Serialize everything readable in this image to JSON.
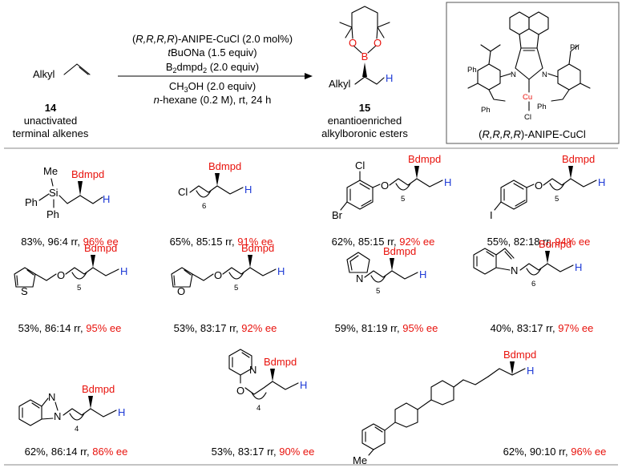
{
  "scheme": {
    "reactant": {
      "label": "Alkyl",
      "number": "14",
      "desc_line1": "unactivated",
      "desc_line2": "terminal alkenes"
    },
    "conditions": {
      "line1_prefix": "(",
      "line1_italic": "R,R,R,R",
      "line1_suffix": ")-ANIPE-CuCl (2.0 mol%)",
      "line2_italic": "t",
      "line2_rest": "BuONa (1.5 equiv)",
      "line3_a": "B",
      "line3_sub1": "2",
      "line3_b": "dmpd",
      "line3_sub2": "2",
      "line3_c": " (2.0 equiv)",
      "line4_a": "CH",
      "line4_sub": "3",
      "line4_b": "OH (2.0 equiv)",
      "line5_italic": "n",
      "line5_rest": "-hexane (0.2 M), rt, 24 h"
    },
    "product": {
      "alkyl": "Alkyl",
      "h": "H",
      "o1": "O",
      "o2": "O",
      "b": "B",
      "number": "15",
      "desc_line1": "enantioenriched",
      "desc_line2": "alkylboronic esters"
    },
    "catalyst": {
      "ph1": "Ph",
      "ph2": "Ph",
      "ph3": "Ph",
      "ph4": "Ph",
      "n1": "N",
      "n2": "N",
      "cu": "Cu",
      "cl": "Cl",
      "caption_prefix": "(",
      "caption_italic": "R,R,R,R",
      "caption_suffix": ")-ANIPE-CuCl"
    }
  },
  "common": {
    "bdmpd": "Bdmpd",
    "h": "H",
    "rr": "rr",
    "ee": "ee"
  },
  "products": [
    {
      "atoms": {
        "me": "Me",
        "si": "Si",
        "ph_a": "Ph",
        "ph_b": "Ph"
      },
      "yield": "83%",
      "rr": "96:4",
      "ee": "96%"
    },
    {
      "atoms": {
        "cl": "Cl",
        "n": "6"
      },
      "yield": "65%",
      "rr": "85:15",
      "ee": "91%"
    },
    {
      "atoms": {
        "cl": "Cl",
        "br": "Br",
        "o": "O",
        "n": "5"
      },
      "yield": "62%",
      "rr": "85:15",
      "ee": "92%"
    },
    {
      "atoms": {
        "i": "I",
        "o": "O",
        "n": "5"
      },
      "yield": "55%",
      "rr": "82:18",
      "ee": "94%"
    },
    {
      "atoms": {
        "s": "S",
        "o": "O",
        "n": "5"
      },
      "yield": "53%",
      "rr": "86:14",
      "ee": "95%"
    },
    {
      "atoms": {
        "o_ring": "O",
        "o": "O",
        "n": "5"
      },
      "yield": "53%",
      "rr": "83:17",
      "ee": "92%"
    },
    {
      "atoms": {
        "n_ring": "N",
        "n": "5"
      },
      "yield": "59%",
      "rr": "81:19",
      "ee": "95%"
    },
    {
      "atoms": {
        "n_ring": "N",
        "n": "6"
      },
      "yield": "40%",
      "rr": "83:17",
      "ee": "97%"
    },
    {
      "atoms": {
        "n_a": "N",
        "n_b": "N",
        "n": "4"
      },
      "yield": "62%",
      "rr": "86:14",
      "ee": "86%"
    },
    {
      "atoms": {
        "n_ring": "N",
        "o": "O",
        "n": "4"
      },
      "yield": "53%",
      "rr": "83:17",
      "ee": "90%"
    },
    {
      "atoms": {
        "me": "Me"
      },
      "yield": "62%",
      "rr": "90:10",
      "ee": "96%"
    }
  ]
}
